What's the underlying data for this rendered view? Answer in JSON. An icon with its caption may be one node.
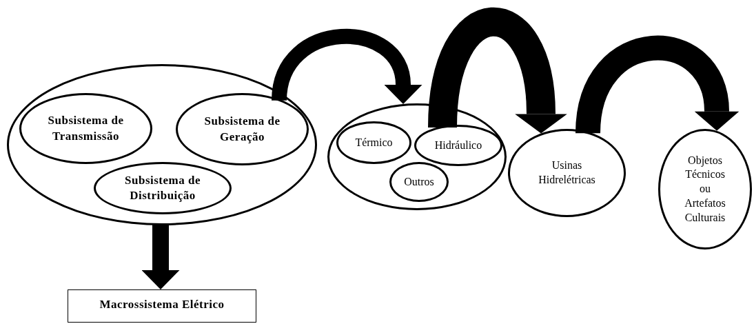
{
  "diagram": {
    "nodes": [
      {
        "text": [],
        "shape": "circle"
      },
      {
        "text": [
          "Subsistema de Transmissão"
        ],
        "in": 0
      },
      {
        "text": [
          "Subsistema de Geração"
        ],
        "in": 0
      },
      {
        "text": [
          "Subsistema de Distribuição"
        ],
        "in": 0
      },
      {
        "text": [
          "Macrossistema Elétrico"
        ]
      },
      {
        "text": [],
        "shape": "circle"
      },
      {
        "text": [
          "Térmico"
        ],
        "in": 5
      },
      {
        "text": [
          "Hidráulico"
        ],
        "in": 5
      },
      {
        "text": [
          "Outros"
        ],
        "in": 5
      },
      {
        "text": [
          "Usinas Hidrelétricas"
        ]
      },
      {
        "text": [
          "Objetos Técnicos ou Artefatos Culturais"
        ]
      }
    ],
    "edges": [
      {
        "from": 0,
        "to": 4,
        "arrow": "to"
      },
      {
        "from": 2,
        "to": 5,
        "arrow": "to"
      },
      {
        "from": 7,
        "to": 9,
        "arrow": "to"
      },
      {
        "from": 9,
        "to": 10,
        "arrow": "to"
      }
    ]
  }
}
